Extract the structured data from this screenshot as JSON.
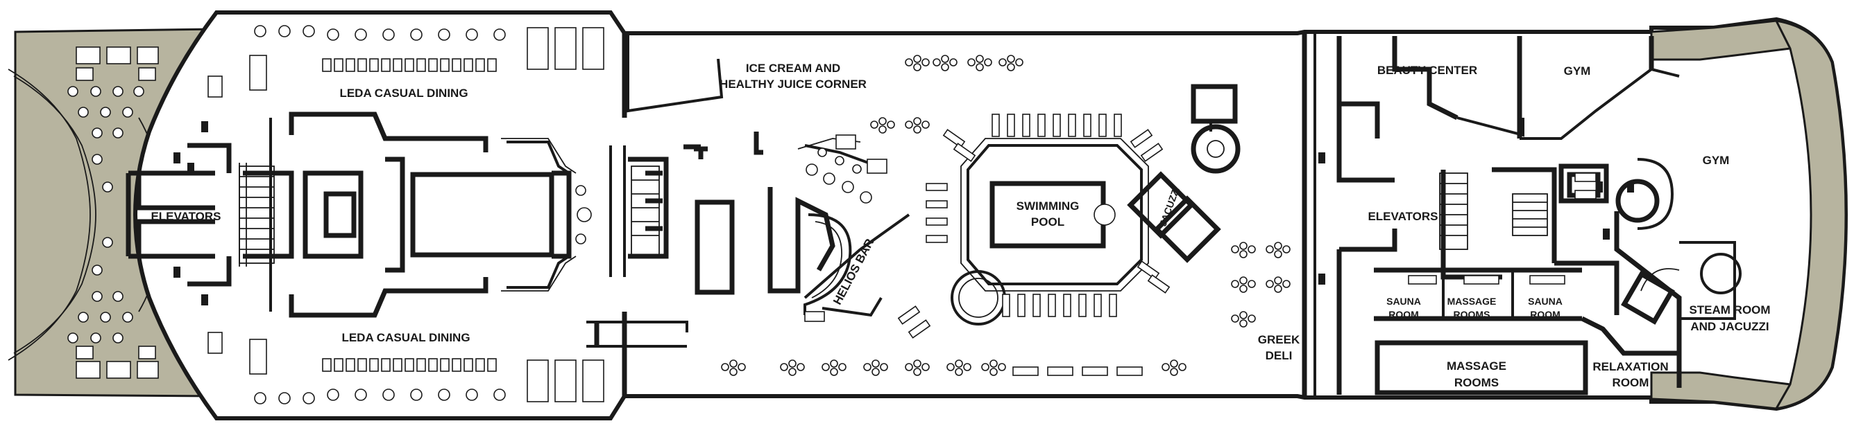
{
  "deck_plan": {
    "areas": {
      "leda_top": "LEDA CASUAL DINING",
      "leda_bottom": "LEDA  CASUAL DINING",
      "elevators_fwd": "ELEVATORS",
      "ice_cream_1": "ICE CREAM AND",
      "ice_cream_2": "HEALTHY JUICE CORNER",
      "pool_1": "SWIMMING",
      "pool_2": "POOL",
      "jacuzzi": "JACUZZI",
      "helios": "HELIOS BAR",
      "greek_1": "GREEK",
      "greek_2": "DELI",
      "elevators_aft": "ELEVATORS",
      "beauty": "BEAUTY CENTER",
      "gym_small": "GYM",
      "gym_large": "GYM",
      "sauna_a_1": "SAUNA",
      "sauna_a_2": "ROOM",
      "massage_small_1": "MASSAGE",
      "massage_small_2": "ROOMS",
      "sauna_b_1": "SAUNA",
      "sauna_b_2": "ROOM",
      "massage_big_1": "MASSAGE",
      "massage_big_2": "ROOMS",
      "relax_1": "RELAXATION",
      "relax_2": "ROOM",
      "steam_1": "STEAM ROOM",
      "steam_2": "AND JACUZZI"
    },
    "colors": {
      "teak_deck": "#b7b49f",
      "walls": "#1a1a1a",
      "background": "#ffffff"
    }
  }
}
